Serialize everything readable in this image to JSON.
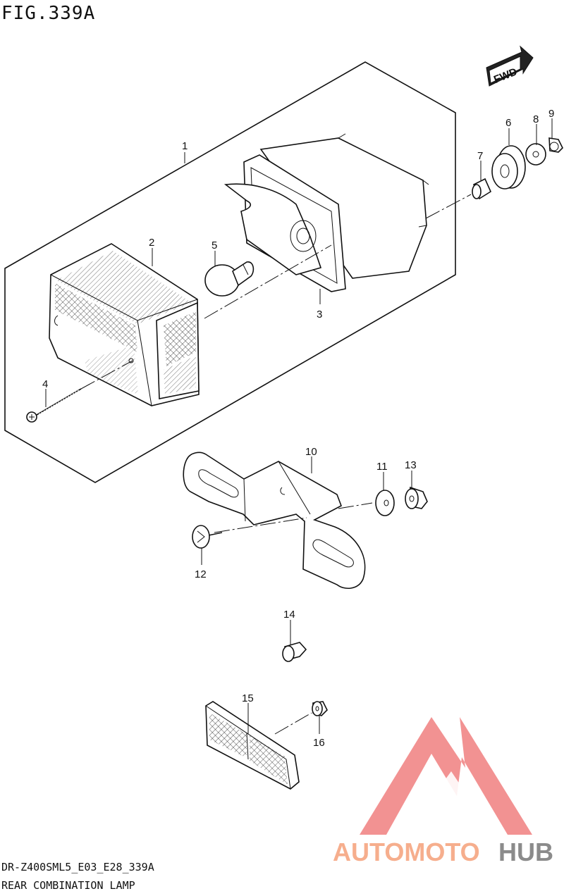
{
  "figure": {
    "title": "FIG.339A",
    "model_code": "DR-Z400SML5_E03_E28_339A",
    "caption": "REAR COMBINATION LAMP"
  },
  "fwd_label": "FWD",
  "parts": [
    {
      "id": "1"
    },
    {
      "id": "2"
    },
    {
      "id": "3"
    },
    {
      "id": "4"
    },
    {
      "id": "5"
    },
    {
      "id": "6"
    },
    {
      "id": "7"
    },
    {
      "id": "8"
    },
    {
      "id": "9"
    },
    {
      "id": "10"
    },
    {
      "id": "11"
    },
    {
      "id": "12"
    },
    {
      "id": "13"
    },
    {
      "id": "14"
    },
    {
      "id": "15"
    },
    {
      "id": "16"
    }
  ],
  "watermark": {
    "text_left": "AUTOMOTO",
    "text_right": "HUB",
    "color_main": "#f08080",
    "color_accent": "#f5b04a",
    "color_dark": "#777777"
  }
}
